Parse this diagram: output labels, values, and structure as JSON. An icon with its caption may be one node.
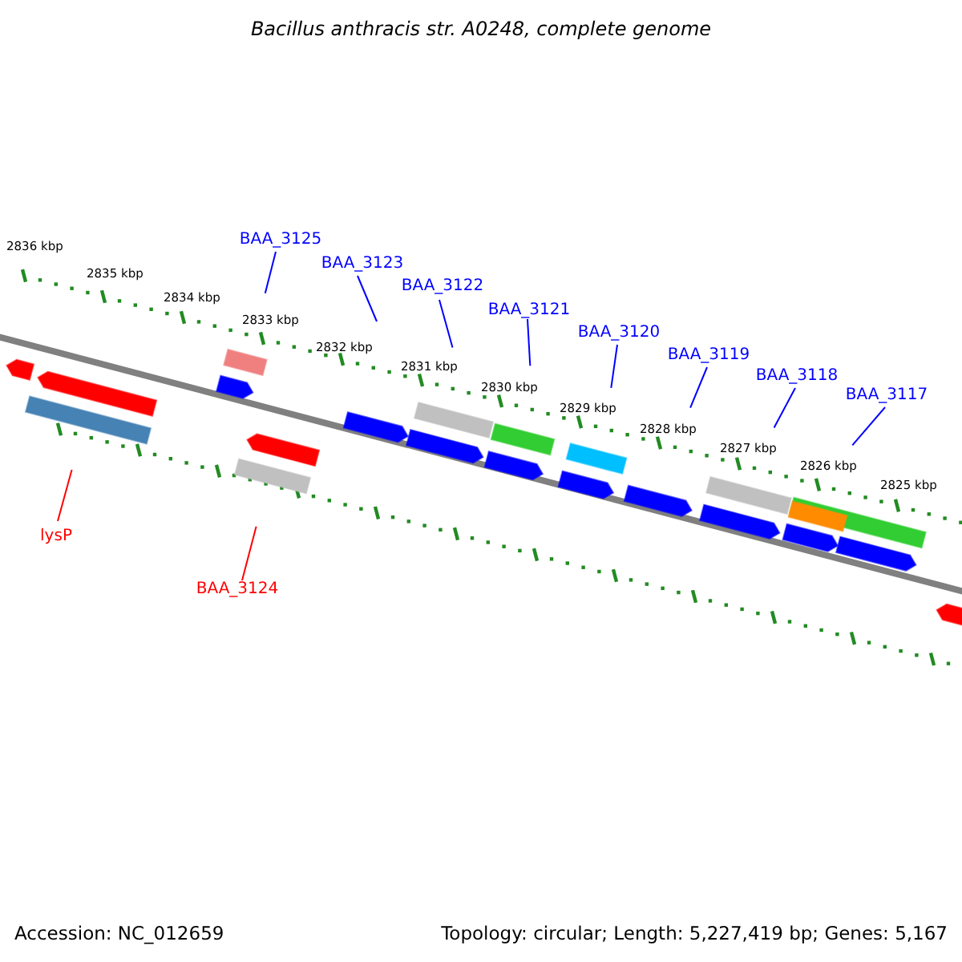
{
  "diagram": {
    "title": "Bacillus anthracis str. A0248, complete genome",
    "nodes": [
      {
        "text": [
          "BAA_3125"
        ]
      },
      {
        "text": [
          "BAA_3123"
        ]
      },
      {
        "text": [
          "BAA_3122"
        ]
      },
      {
        "text": [
          "BAA_3121"
        ]
      },
      {
        "text": [
          "BAA_3120"
        ]
      },
      {
        "text": [
          "BAA_3119"
        ]
      },
      {
        "text": [
          "BAA_3118"
        ]
      },
      {
        "text": [
          "BAA_3117"
        ]
      },
      {
        "text": [
          "lysP"
        ]
      },
      {
        "text": [
          "BAA_3124"
        ]
      }
    ],
    "edges": [
      {
        "from": 0,
        "to": null,
        "arrow": "none"
      },
      {
        "from": 1,
        "to": null,
        "arrow": "none"
      },
      {
        "from": 2,
        "to": null,
        "arrow": "none"
      },
      {
        "from": 3,
        "to": null,
        "arrow": "none"
      },
      {
        "from": 4,
        "to": null,
        "arrow": "none"
      },
      {
        "from": 5,
        "to": null,
        "arrow": "none"
      },
      {
        "from": 6,
        "to": null,
        "arrow": "none"
      },
      {
        "from": 7,
        "to": null,
        "arrow": "none"
      },
      {
        "from": 8,
        "to": null,
        "arrow": "none",
        "color": "#ff0000"
      },
      {
        "from": 9,
        "to": null,
        "arrow": "none",
        "color": "#ff0000"
      }
    ],
    "labels": [
      "2836 kbp",
      "2835 kbp",
      "2834 kbp",
      "2833 kbp",
      "2832 kbp",
      "2831 kbp",
      "2830 kbp",
      "2829 kbp",
      "2828 kbp",
      "2827 kbp",
      "2826 kbp",
      "2825 kbp",
      "Accession: NC_012659",
      "Topology: circular; Length: 5,227,419 bp; Genes: 5,167"
    ]
  }
}
